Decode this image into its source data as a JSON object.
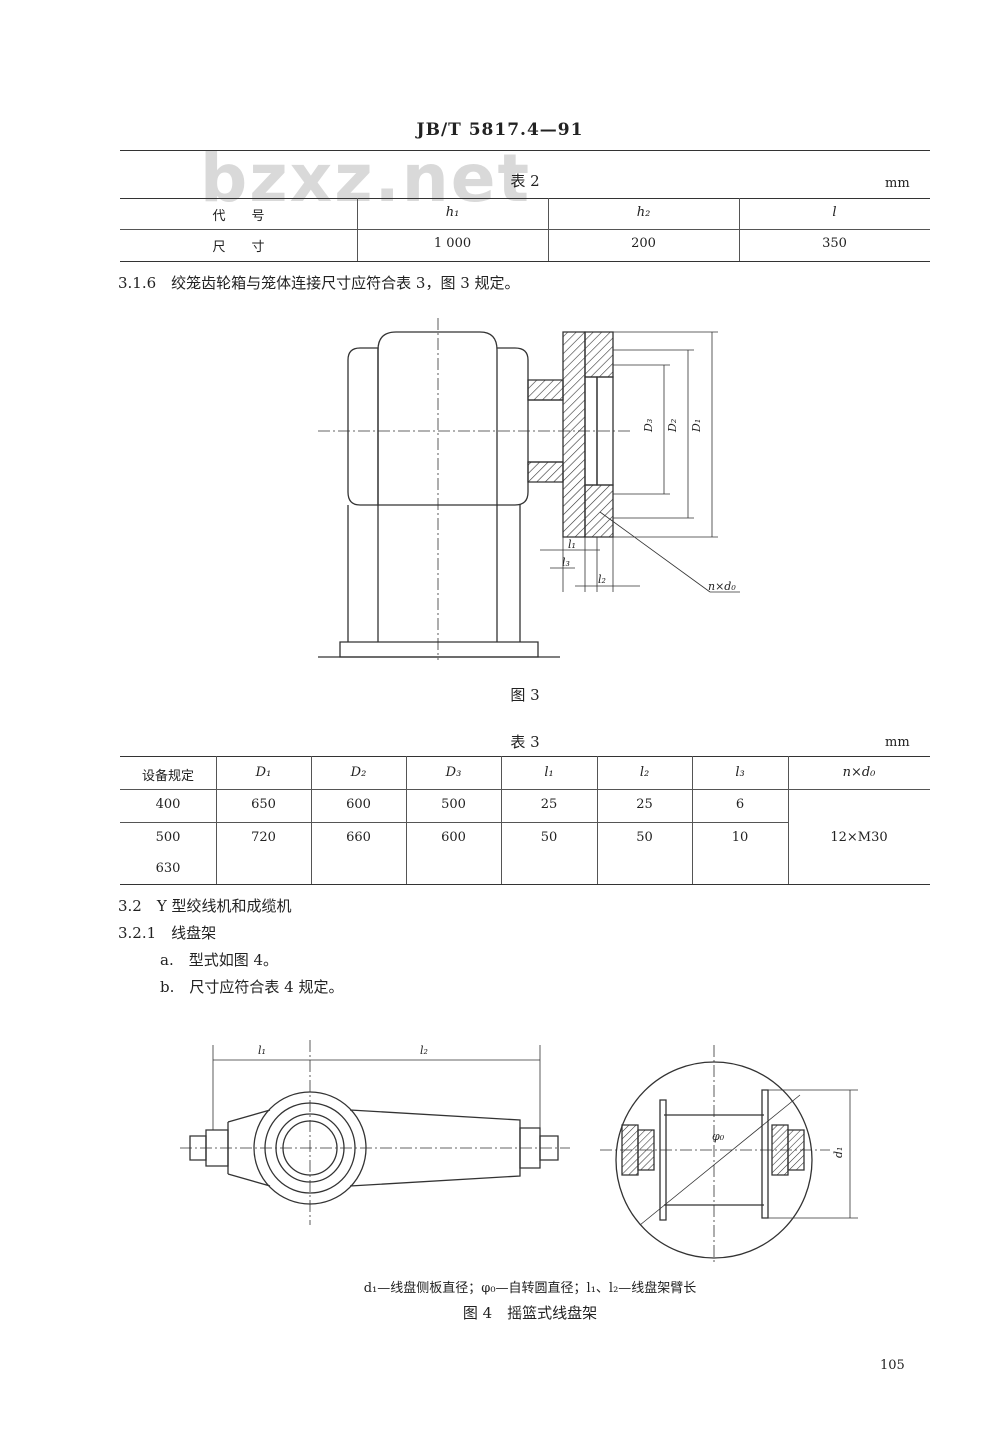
{
  "header": {
    "standard": "JB/T 5817.4—91"
  },
  "watermark": "bzxz.net",
  "table2": {
    "title": "表 2",
    "unit": "mm",
    "row1": [
      "代　　号",
      "h₁",
      "h₂",
      "l"
    ],
    "row2": [
      "尺　　寸",
      "1 000",
      "200",
      "350"
    ]
  },
  "section_316": "3.1.6　绞笼齿轮箱与笼体连接尺寸应符合表 3，图 3 规定。",
  "fig3": {
    "caption": "图 3",
    "labels": {
      "D3": "D₃",
      "D2": "D₂",
      "D1": "D₁",
      "l1": "l₁",
      "l3": "l₃",
      "l2": "l₂",
      "nd0": "n×d₀"
    }
  },
  "table3": {
    "title": "表 3",
    "unit": "mm",
    "headers": [
      "设备规定",
      "D₁",
      "D₂",
      "D₃",
      "l₁",
      "l₂",
      "l₃",
      "n×d₀"
    ],
    "rows": [
      [
        "400",
        "650",
        "600",
        "500",
        "25",
        "25",
        "6"
      ],
      [
        "500",
        "720",
        "660",
        "600",
        "50",
        "50",
        "10"
      ],
      [
        "630",
        "",
        "",
        "",
        "",
        "",
        ""
      ]
    ],
    "merged_last": "12×M30"
  },
  "section_32": "3.2　Y 型绞线机和成缆机",
  "section_321": "3.2.1　线盘架",
  "item_a": "a.　型式如图 4。",
  "item_b": "b.　尺寸应符合表 4 规定。",
  "fig4": {
    "labels": {
      "l1": "l₁",
      "l2": "l₂",
      "phi0": "φ₀",
      "d1": "d₁"
    },
    "legend": "d₁—线盘侧板直径；φ₀—自转圆直径；l₁、l₂—线盘架臂长",
    "caption": "图 4　摇篮式线盘架"
  },
  "page_number": "105"
}
